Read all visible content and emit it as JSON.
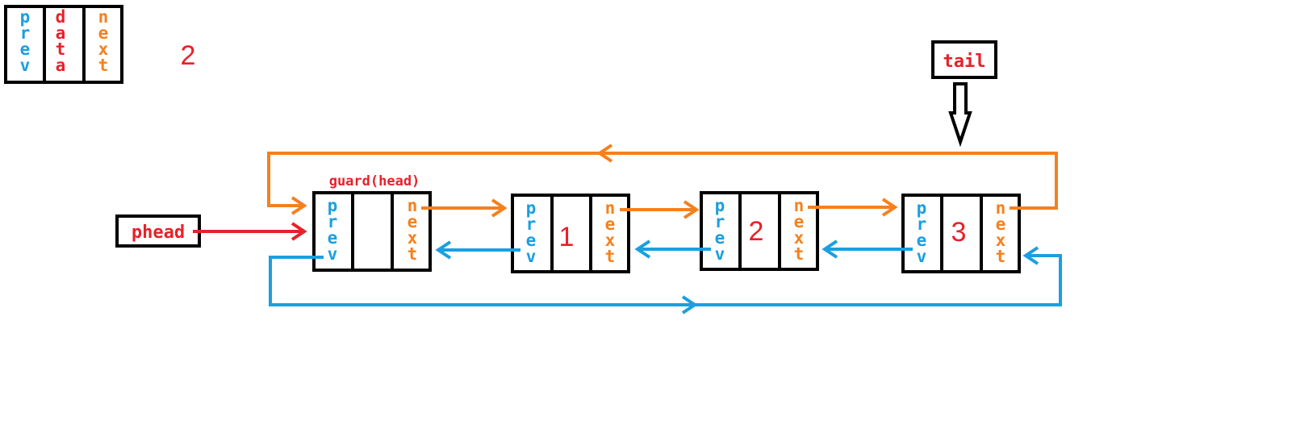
{
  "legend": {
    "prev": "prev",
    "data": "data",
    "next": "next",
    "number": "2"
  },
  "labels": {
    "tail": "tail",
    "phead": "phead",
    "guard": "guard(head)"
  },
  "nodes": [
    {
      "prev": "prev",
      "data": "",
      "next": "next"
    },
    {
      "prev": "prev",
      "data": "1",
      "next": "next"
    },
    {
      "prev": "prev",
      "data": "2",
      "next": "next"
    },
    {
      "prev": "prev",
      "data": "3",
      "next": "next"
    }
  ],
  "colors": {
    "prev": "#1a9fe0",
    "data": "#e8202a",
    "next": "#f5801e",
    "box": "#000000",
    "label_text": "#e8202a"
  }
}
